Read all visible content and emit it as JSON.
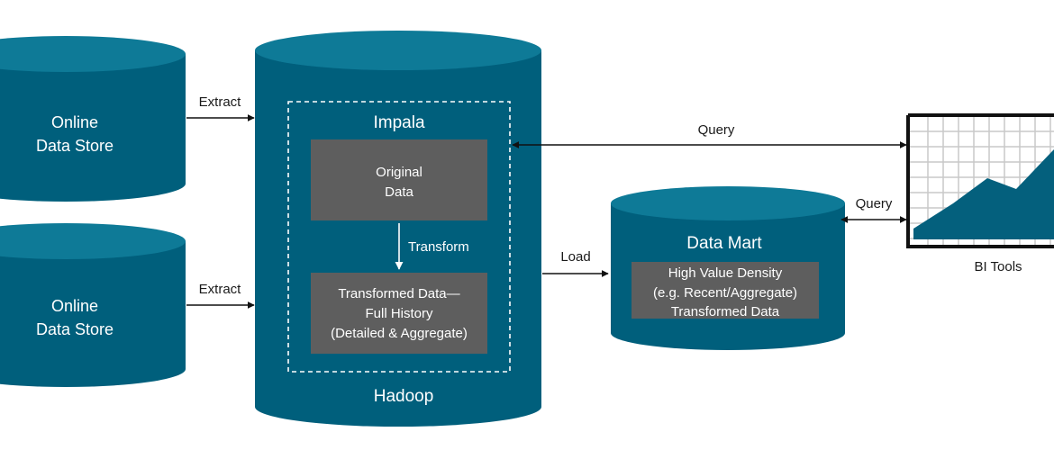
{
  "colors": {
    "cylinder_body": "#005f7c",
    "cylinder_top": "#0e7a97",
    "box_fill": "#5e5e5e",
    "chart_fill": "#04607d",
    "grid_line": "#c9c9c9",
    "frame": "#111111",
    "text_dark": "#1a1a1a",
    "text_light": "#ffffff"
  },
  "sources": [
    {
      "line1": "Online",
      "line2": "Data Store"
    },
    {
      "line1": "Online",
      "line2": "Data Store"
    }
  ],
  "hadoop": {
    "label": "Hadoop",
    "impala_label": "Impala",
    "original_box": {
      "line1": "Original",
      "line2": "Data"
    },
    "transformed_box": {
      "line1": "Transformed Data—",
      "line2": "Full History",
      "line3": "(Detailed & Aggregate)"
    }
  },
  "data_mart": {
    "title": "Data Mart",
    "box": {
      "line1": "High Value Density",
      "line2": "(e.g. Recent/Aggregate)",
      "line3": "Transformed Data"
    }
  },
  "bi_tools": {
    "label": "BI Tools"
  },
  "arrows": {
    "extract_top": "Extract",
    "extract_bottom": "Extract",
    "transform": "Transform",
    "load": "Load",
    "query_top": "Query",
    "query_bottom": "Query"
  }
}
